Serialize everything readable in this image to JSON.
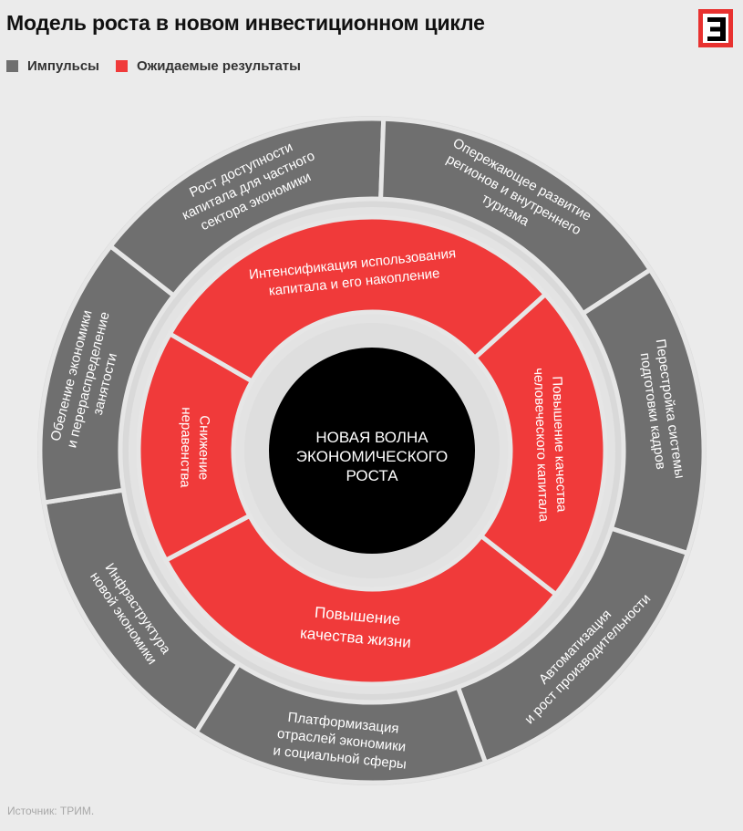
{
  "header": {
    "title": "Модель роста в новом инвестиционном цикле"
  },
  "legend": [
    {
      "label": "Импульсы",
      "color": "#6f6f6f"
    },
    {
      "label": "Ожидаемые результаты",
      "color": "#f03a3a"
    }
  ],
  "center": {
    "lines": [
      "НОВАЯ ВОЛНА",
      "ЭКОНОМИЧЕСКОГО",
      "РОСТА"
    ]
  },
  "impulses": [
    {
      "lines": [
        "Рост доступности",
        "капитала для частного",
        "сектора экономики"
      ]
    },
    {
      "lines": [
        "Опережающее развитие",
        "регионов и внутреннего",
        "туризма"
      ]
    },
    {
      "lines": [
        "Перестройка системы",
        "подготовки кадров"
      ]
    },
    {
      "lines": [
        "Автоматизация",
        "и рост производительности"
      ]
    },
    {
      "lines": [
        "Платформизация",
        "отраслей экономики",
        "и социальной сферы"
      ]
    },
    {
      "lines": [
        "Инфраструктура",
        "новой экономики"
      ]
    },
    {
      "lines": [
        "Обеление экономики",
        "и перераспределение",
        "занятости"
      ]
    }
  ],
  "results": [
    {
      "lines": [
        "Интенсификация использования",
        "капитала и его накопление"
      ]
    },
    {
      "lines": [
        "Повышение качества",
        "человеческого капитала"
      ]
    },
    {
      "lines": [
        "Повышение",
        "качества жизни"
      ]
    },
    {
      "lines": [
        "Снижение",
        "неравенства"
      ]
    }
  ],
  "source": "Источник: ТРИМ.",
  "colors": {
    "impulse": "#6f6f6f",
    "result": "#f03a3a",
    "center": "#000000",
    "background": "#ebebeb",
    "ring_gap": "#d3d3d3"
  }
}
